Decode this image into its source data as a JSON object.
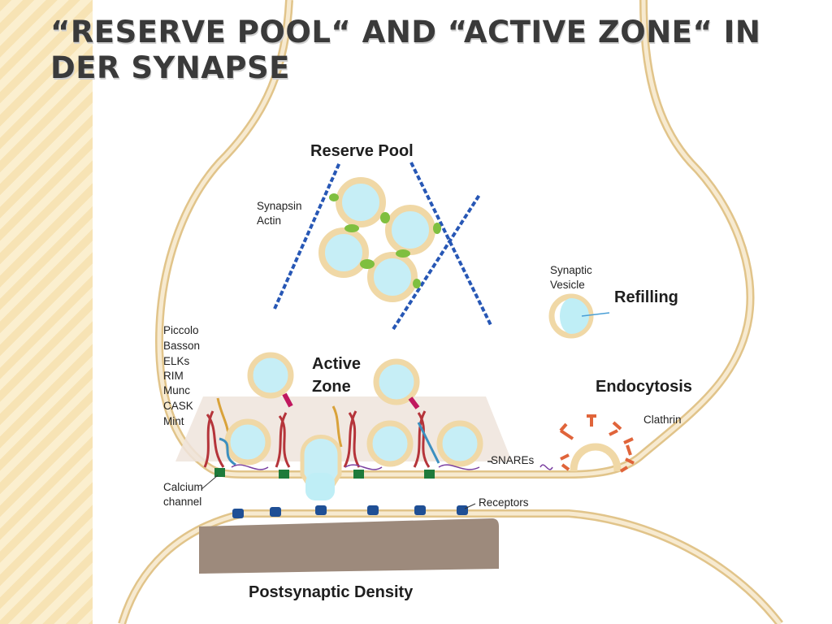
{
  "slide": {
    "title": "“Reserve Pool“ and “Active Zone“ in der Synapse"
  },
  "diagram": {
    "headings": {
      "reserve_pool": "Reserve Pool",
      "active_zone_line1": "Active",
      "active_zone_line2": "Zone",
      "refilling": "Refilling",
      "endocytosis": "Endocytosis",
      "postsynaptic_density": "Postsynaptic Density"
    },
    "labels": {
      "synapsin": "Synapsin",
      "actin": "Actin",
      "synaptic": "Synaptic",
      "vesicle": "Vesicle",
      "piccolo": "Piccolo",
      "basson": "Basson",
      "elks": "ELKs",
      "rim": "RIM",
      "munc": "Munc",
      "cask": "CASK",
      "mint": "Mint",
      "clathrin": "Clathrin",
      "snares": "SNAREs",
      "calcium": "Calcium",
      "channel": "channel",
      "receptors": "Receptors"
    },
    "colors": {
      "membrane": "#f2dfb5",
      "membrane_edge": "#e1c48a",
      "vesicle_lumen": "#c6eef6",
      "actin": "#2757b5",
      "synapsin": "#7fbf3f",
      "clathrin": "#e0643a",
      "density": "#9d8a7c",
      "receptor": "#1f4f95",
      "calcium_channel": "#1e7a3a",
      "protein_red": "#b5343a"
    }
  }
}
